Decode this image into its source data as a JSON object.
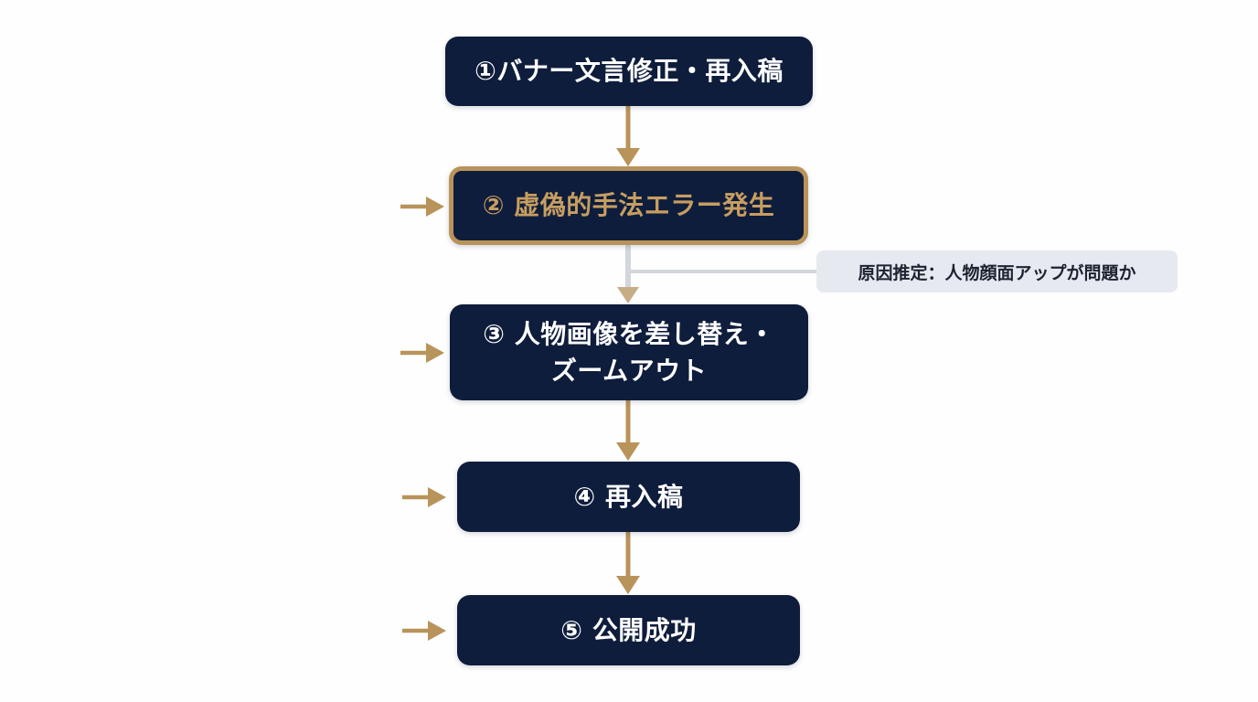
{
  "colors": {
    "navy": "#0f1d3c",
    "gold": "#b8935a",
    "gold_text": "#c79e61",
    "gray_connector": "#d3d6db",
    "note_bg": "#e6e9ef"
  },
  "steps": [
    {
      "label": "①バナー文言修正・再入稿",
      "highlighted": false,
      "has_left_arrow": false
    },
    {
      "label": "② 虚偽的手法エラー発生",
      "highlighted": true,
      "has_left_arrow": true
    },
    {
      "label": "③ 人物画像を差し替え・\nズームアウト",
      "highlighted": false,
      "has_left_arrow": true
    },
    {
      "label": "④ 再入稿",
      "highlighted": false,
      "has_left_arrow": true
    },
    {
      "label": "⑤ 公開成功",
      "highlighted": false,
      "has_left_arrow": true
    }
  ],
  "note": {
    "label": "原因推定：人物顔面アップが問題か"
  },
  "icons": {
    "down_arrow": "arrow-down-icon",
    "right_arrow": "arrow-right-icon"
  }
}
